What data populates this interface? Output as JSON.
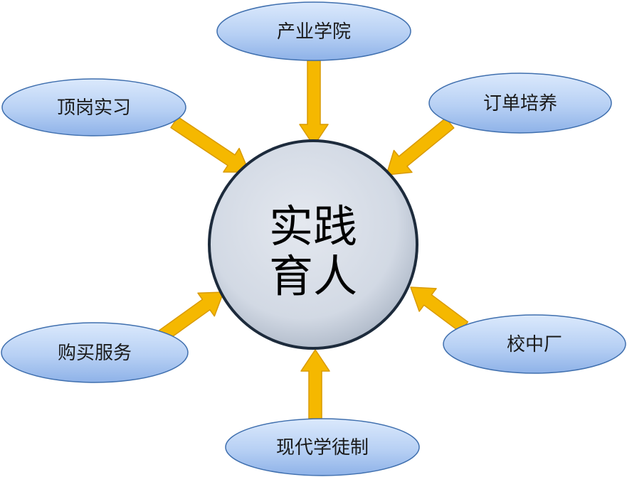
{
  "center": {
    "line1": "实践",
    "line2": "育人"
  },
  "nodes": [
    {
      "label": "产业学院"
    },
    {
      "label": "顶岗实习"
    },
    {
      "label": "订单培养"
    },
    {
      "label": "购买服务"
    },
    {
      "label": "校中厂"
    },
    {
      "label": "现代学徒制"
    }
  ],
  "colors": {
    "arrow": "#f5b800",
    "arrow_edge": "#d99a00",
    "node_fill_top": "#d9e8fb",
    "node_fill_bottom": "#8fb4ea",
    "node_stroke": "#3f6fae",
    "center_fill": "#d4dbe6",
    "center_stroke": "#1d2b3c"
  }
}
